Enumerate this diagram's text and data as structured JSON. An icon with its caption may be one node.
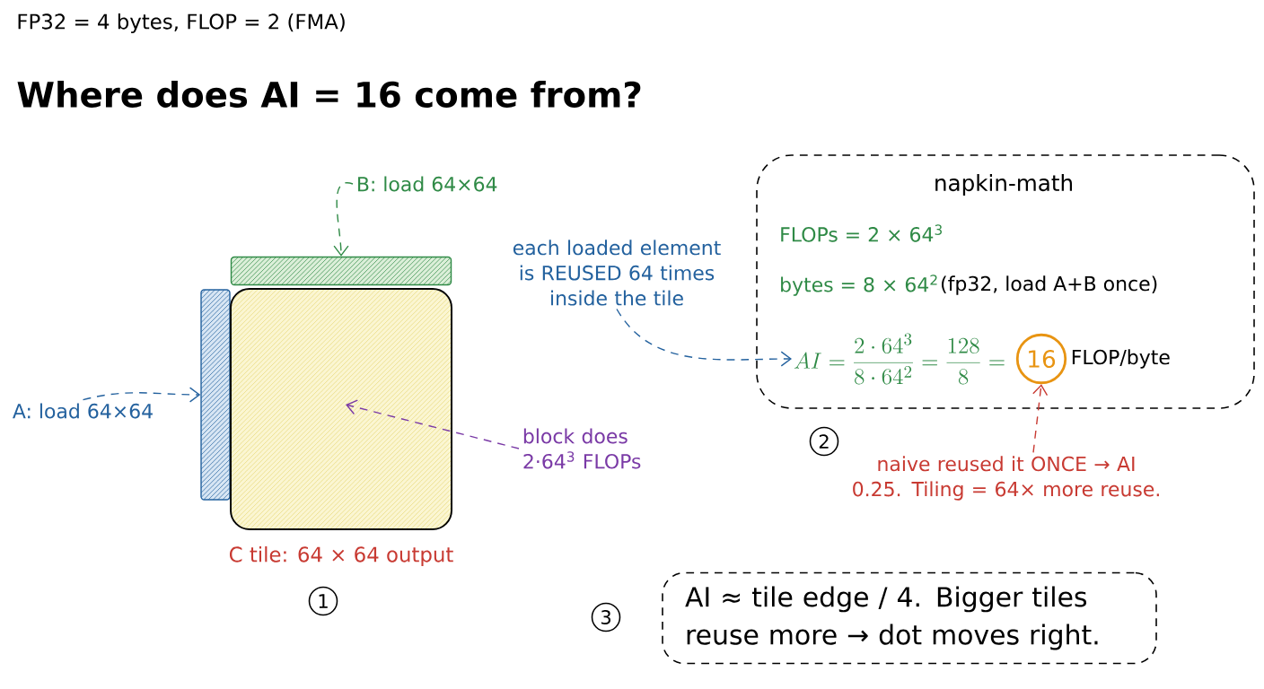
{
  "diagram": {
    "title": "Where does AI = 16 come from?",
    "nodes": [
      {
        "text": [],
        "shape": "bar"
      },
      {
        "text": [],
        "shape": "bar"
      },
      {
        "text": [],
        "shape": "box",
        "beside": [
          "C tile: 64 × 64 output"
        ]
      },
      {
        "text": [
          "B: load 64×64"
        ]
      },
      {
        "text": [
          "A: load 64×64"
        ]
      },
      {
        "text": [
          "block does 2·64$^{3}$ FLOPs"
        ]
      },
      {
        "text": [
          "napkin-math",
          "FLOPs = 2 × 64$^{3}$",
          "bytes = 8 × 64$^{2}$",
          "(fp32, load A+B once)"
        ]
      },
      {
        "text": [
          "AI = \\frac{2\\cdot 64^3}{8\\cdot 64^2} = \\frac{128}{8} ="
        ],
        "in": 6
      },
      {
        "text": [
          "16"
        ],
        "in": 6,
        "beside": [
          "FLOP/byte"
        ]
      },
      {
        "text": [
          "each loaded element is REUSED 64 times inside the tile"
        ]
      },
      {
        "text": [
          "naive reused it ONCE → AI 0.25. Tiling = 64× more reuse."
        ]
      },
      {
        "text": [
          "AI ≈ tile edge / 4. Bigger tiles reuse more → dot moves right."
        ]
      }
    ],
    "edges": [
      {
        "from": 3,
        "to": 0,
        "arrow": "to",
        "style": "dashed",
        "color": "#2f8a46"
      },
      {
        "from": 4,
        "to": 1,
        "arrow": "to",
        "style": "dashed",
        "color": "#23619e"
      },
      {
        "from": 5,
        "to": 2,
        "arrow": "to",
        "style": "dashed",
        "color": "#7a3aa6"
      },
      {
        "from": 9,
        "to": 7,
        "arrow": "to",
        "style": "dashed",
        "color": "#23619e"
      },
      {
        "from": 10,
        "to": 8,
        "arrow": "to",
        "style": "dashed",
        "color": "#c83a32"
      }
    ],
    "labels": [
      "FP32 = 4 bytes, FLOP = 2 (FMA)",
      "1",
      "2",
      "3"
    ]
  }
}
